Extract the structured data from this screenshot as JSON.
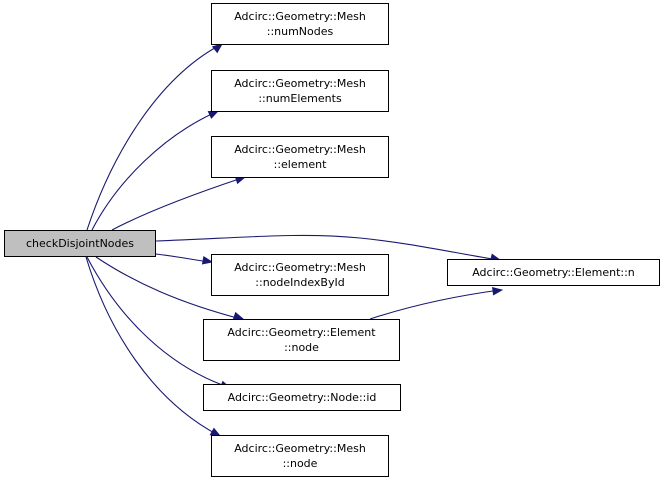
{
  "graph": {
    "root": {
      "label": "checkDisjointNodes"
    },
    "callees": [
      {
        "id": "numNodes",
        "lines": [
          "Adcirc::Geometry::Mesh",
          "::numNodes"
        ]
      },
      {
        "id": "numElements",
        "lines": [
          "Adcirc::Geometry::Mesh",
          "::numElements"
        ]
      },
      {
        "id": "element",
        "lines": [
          "Adcirc::Geometry::Mesh",
          "::element"
        ]
      },
      {
        "id": "nodeIndexById",
        "lines": [
          "Adcirc::Geometry::Mesh",
          "::nodeIndexById"
        ]
      },
      {
        "id": "elemNode",
        "lines": [
          "Adcirc::Geometry::Element",
          "::node"
        ]
      },
      {
        "id": "nodeId",
        "lines": [
          "Adcirc::Geometry::Node::id"
        ]
      },
      {
        "id": "meshNode",
        "lines": [
          "Adcirc::Geometry::Mesh",
          "::node"
        ]
      },
      {
        "id": "elemN",
        "lines": [
          "Adcirc::Geometry::Element::n"
        ]
      }
    ],
    "edges": [
      [
        "root",
        "numNodes"
      ],
      [
        "root",
        "numElements"
      ],
      [
        "root",
        "element"
      ],
      [
        "root",
        "elemN"
      ],
      [
        "root",
        "nodeIndexById"
      ],
      [
        "root",
        "elemNode"
      ],
      [
        "root",
        "nodeId"
      ],
      [
        "root",
        "meshNode"
      ],
      [
        "elemNode",
        "elemN"
      ]
    ],
    "colors": {
      "edge": "#191970",
      "node_border": "#000000",
      "root_fill": "#bfbfbf"
    }
  }
}
